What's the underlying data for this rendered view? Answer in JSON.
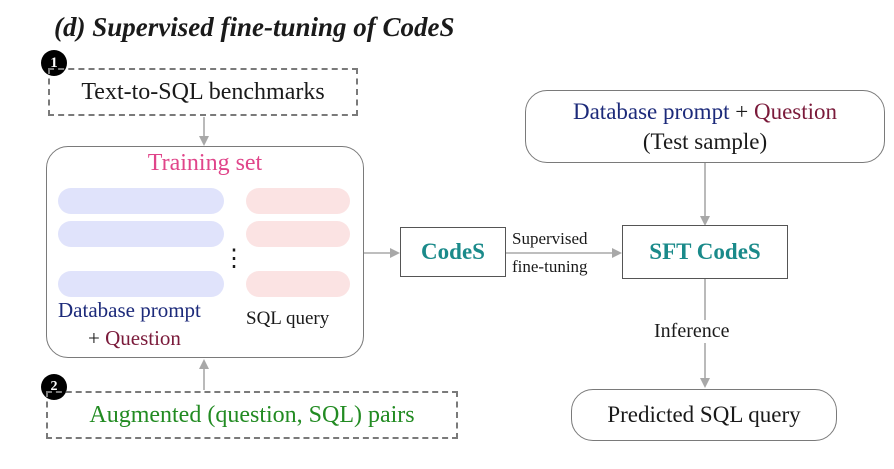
{
  "title": "(d) Supervised fine-tuning of CodeS",
  "badges": {
    "step1": "1",
    "step2": "2"
  },
  "benchmarks_label": "Text-to-SQL benchmarks",
  "training_set": {
    "title": "Training set",
    "left_label_line1": "Database prompt",
    "left_label_plus": "+ ",
    "left_label_question": "Question",
    "right_label": "SQL query",
    "ellipsis": "⋮"
  },
  "augmented_label": "Augmented (question, SQL) pairs",
  "codes_label": "CodeS",
  "sft_arrow_line1": "Supervised",
  "sft_arrow_line2": "fine-tuning",
  "sft_codes_label": "SFT CodeS",
  "test_sample": {
    "db_prompt": "Database prompt",
    "plus": " + ",
    "question": "Question",
    "line2": "(Test sample)"
  },
  "inference_label": "Inference",
  "predicted_label": "Predicted SQL query",
  "colors": {
    "navy": "#1c2a7a",
    "maroon": "#7a1a3a",
    "pink": "#e0458a",
    "teal": "#1a8a8a",
    "green": "#228b22",
    "arrow": "#a8a8a8"
  }
}
